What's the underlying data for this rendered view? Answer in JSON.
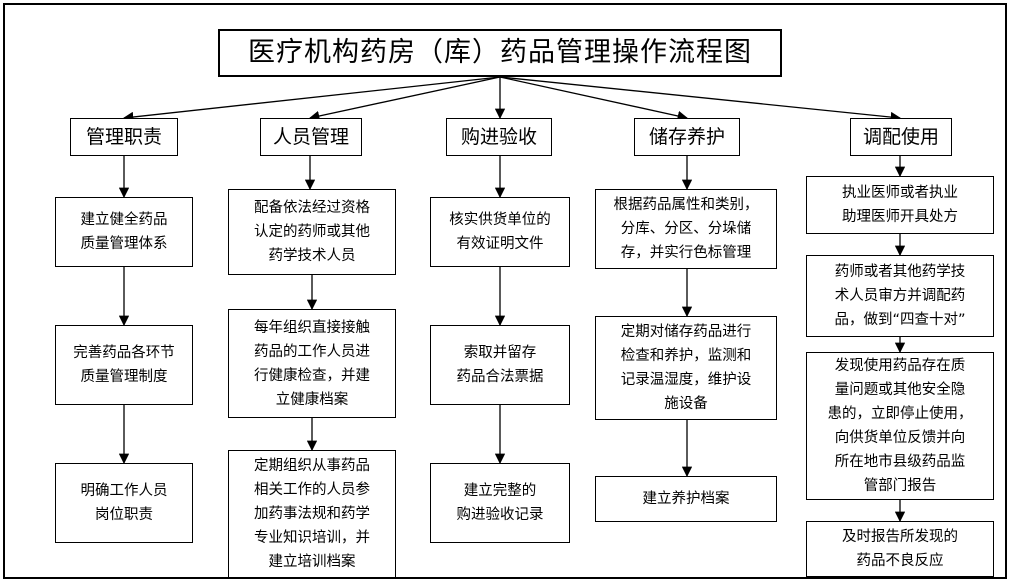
{
  "title": "医疗机构药房（库）药品管理操作流程图",
  "columns": [
    {
      "header": "管理职责",
      "steps": [
        "建立健全药品\n质量管理体系",
        "完善药品各环节\n质量管理制度",
        "明确工作人员\n岗位职责"
      ]
    },
    {
      "header": "人员管理",
      "steps": [
        "配备依法经过资格\n认定的药师或其他\n药学技术人员",
        "每年组织直接接触\n药品的工作人员进\n行健康检查，并建\n立健康档案",
        "定期组织从事药品\n相关工作的人员参\n加药事法规和药学\n专业知识培训，并\n建立培训档案"
      ]
    },
    {
      "header": "购进验收",
      "steps": [
        "核实供货单位的\n有效证明文件",
        "索取并留存\n药品合法票据",
        "建立完整的\n购进验收记录"
      ]
    },
    {
      "header": "储存养护",
      "steps": [
        "根据药品属性和类别，\n分库、分区、分垛储\n存，并实行色标管理",
        "定期对储存药品进行\n检查和养护，监测和\n记录温湿度，维护设\n施设备",
        "建立养护档案"
      ]
    },
    {
      "header": "调配使用",
      "steps": [
        "执业医师或者执业\n助理医师开具处方",
        "药师或者其他药学技\n术人员审方并调配药\n品，做到“四查十对”",
        "发现使用药品存在质\n量问题或其他安全隐\n患的，立即停止使用，\n向供货单位反馈并向\n所在地市县级药品监\n管部门报告",
        "及时报告所发现的\n药品不良反应"
      ]
    }
  ]
}
